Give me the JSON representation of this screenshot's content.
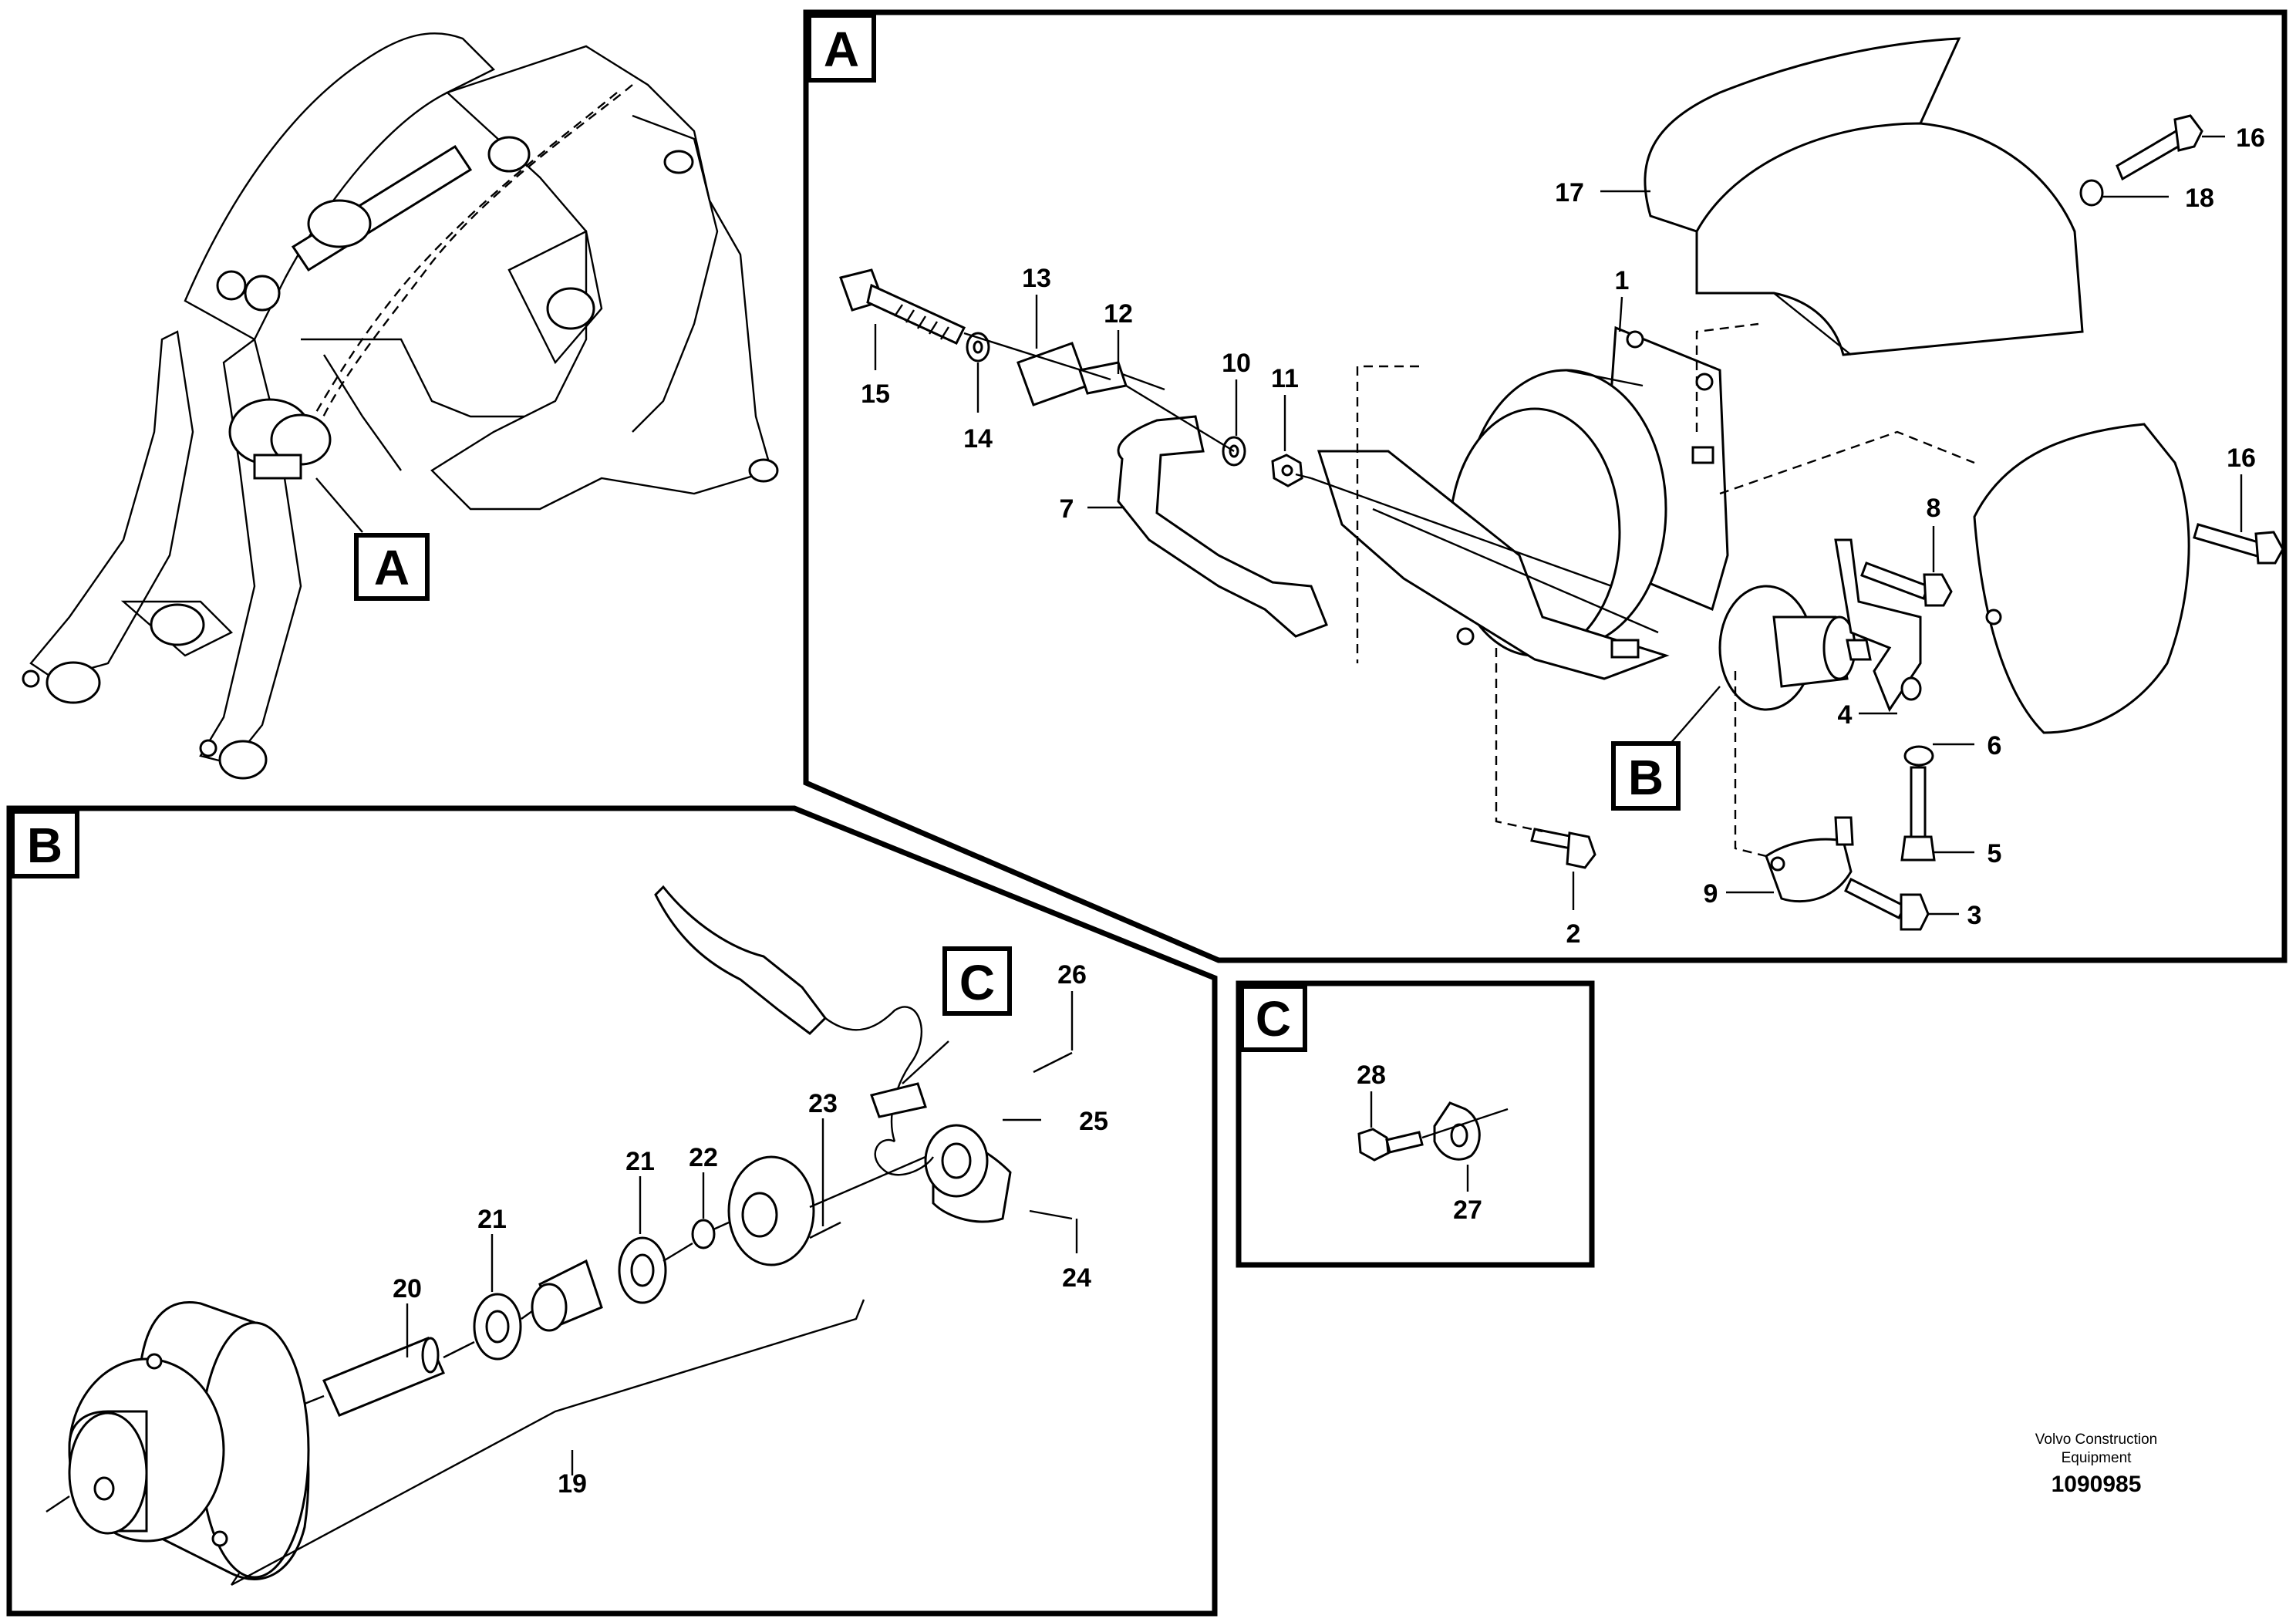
{
  "views": {
    "A": {
      "label": "A"
    },
    "B": {
      "label": "B"
    },
    "C": {
      "label": "C"
    }
  },
  "callouts": {
    "overview_a": "A",
    "in_a_b": "B",
    "in_b_c": "C"
  },
  "parts": {
    "p1": "1",
    "p2": "2",
    "p3": "3",
    "p4": "4",
    "p5": "5",
    "p6": "6",
    "p7": "7",
    "p8": "8",
    "p9": "9",
    "p10": "10",
    "p11": "11",
    "p12": "12",
    "p13": "13",
    "p14": "14",
    "p15": "15",
    "p16a": "16",
    "p16b": "16",
    "p17": "17",
    "p18": "18",
    "p19": "19",
    "p20": "20",
    "p21a": "21",
    "p21b": "21",
    "p22": "22",
    "p23": "23",
    "p24": "24",
    "p25": "25",
    "p26": "26",
    "p27": "27",
    "p28": "28"
  },
  "footer": {
    "brand_line1": "Volvo Construction",
    "brand_line2": "Equipment",
    "doc_number": "1090985"
  }
}
